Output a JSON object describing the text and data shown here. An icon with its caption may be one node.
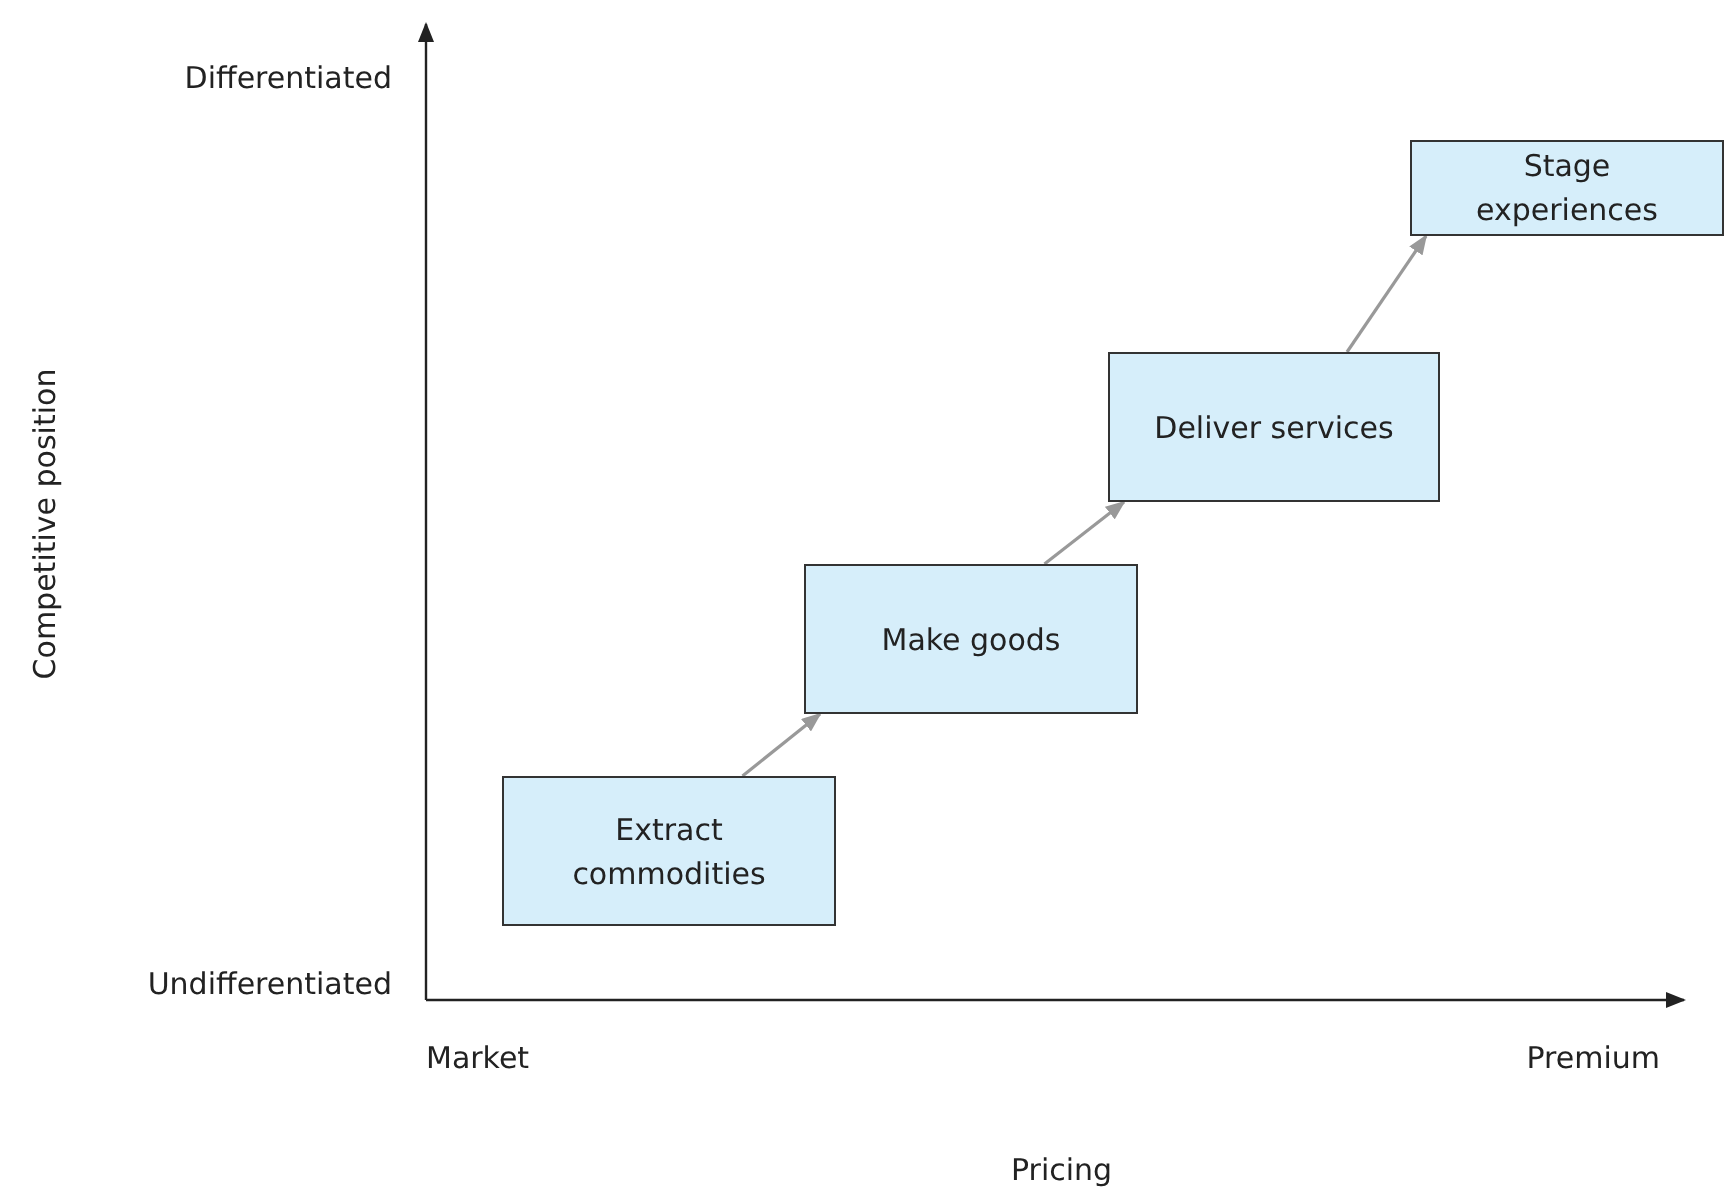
{
  "diagram": {
    "nodes": [
      {
        "text": [
          "Extract commodities"
        ]
      },
      {
        "text": [
          "Make goods"
        ]
      },
      {
        "text": [
          "Deliver services"
        ]
      },
      {
        "text": [
          "Stage experiences"
        ]
      }
    ],
    "edges": [
      {
        "from": 0,
        "to": 1,
        "arrow": "to"
      },
      {
        "from": 1,
        "to": 2,
        "arrow": "to"
      },
      {
        "from": 2,
        "to": 3,
        "arrow": "to"
      }
    ],
    "labels": [
      "Differentiated",
      "Competitive position",
      "Undifferentiated",
      "Market",
      "Premium",
      "Pricing"
    ]
  }
}
